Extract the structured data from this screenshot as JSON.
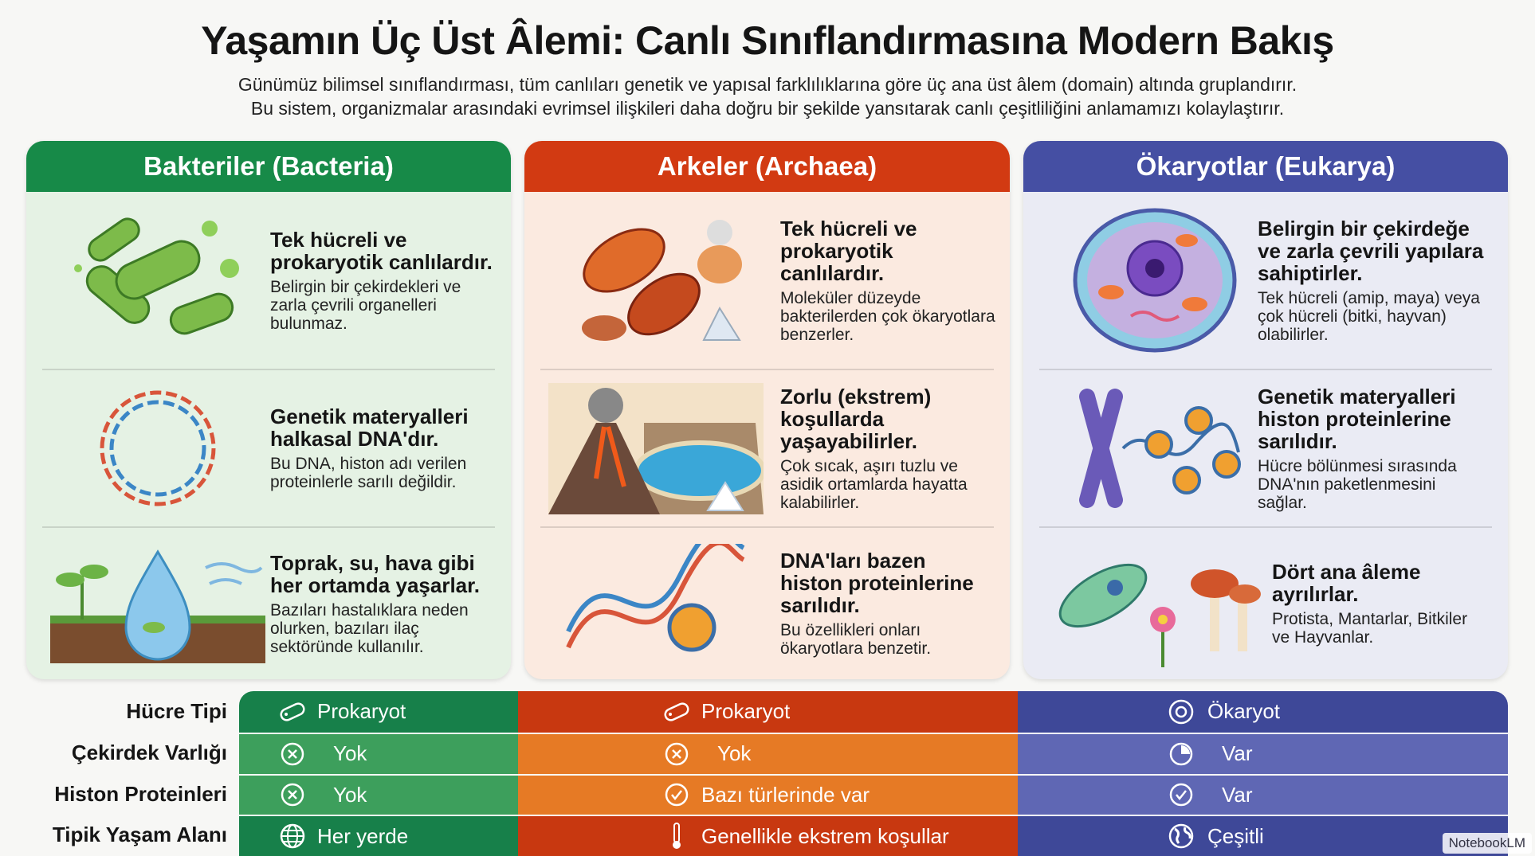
{
  "title": "Yaşamın Üç Üst Âlemi: Canlı Sınıflandırmasına Modern Bakış",
  "subtitle": [
    "Günümüz bilimsel sınıflandırması, tüm canlıları genetik ve yapısal farklılıklarına göre üç ana üst âlem (domain) altında gruplandırır.",
    "Bu sistem, organizmalar arasındaki evrimsel ilişkileri daha doğru bir şekilde yansıtarak canlı çeşitliliğini anlamamızı kolaylaştırır."
  ],
  "colors": {
    "bacteria": "#178a48",
    "archaea": "#d23a12",
    "eukarya": "#454fa3"
  },
  "domains": [
    {
      "name": "Bakteriler (Bacteria)",
      "items": [
        {
          "heading": "Tek hücreli ve prokaryotik canlılardır.",
          "body": "Belirgin bir çekirdekleri ve zarla çevrili organelleri bulunmaz.",
          "icon": "bacteria-illustration"
        },
        {
          "heading": "Genetik materyalleri halkasal DNA'dır.",
          "body": "Bu DNA, histon adı verilen proteinlerle sarılı değildir.",
          "icon": "circular-dna-illustration"
        },
        {
          "heading": "Toprak, su, hava gibi her ortamda yaşarlar.",
          "body": "Bazıları hastalıklara neden olurken, bazıları ilaç sektöründe kullanılır.",
          "icon": "environment-illustration"
        }
      ]
    },
    {
      "name": "Arkeler (Archaea)",
      "items": [
        {
          "heading": "Tek hücreli ve prokaryotik canlılardır.",
          "body": "Moleküler düzeyde bakterilerden çok ökaryotlara benzerler.",
          "icon": "archaea-illustration"
        },
        {
          "heading": "Zorlu (ekstrem) koşullarda yaşayabilirler.",
          "body": "Çok sıcak, aşırı tuzlu ve asidik ortamlarda hayatta kalabilirler.",
          "icon": "volcano-illustration"
        },
        {
          "heading": "DNA'ları bazen histon proteinlerine sarılıdır.",
          "body": "Bu özellikleri onları ökaryotlara benzetir.",
          "icon": "dna-histone-illustration"
        }
      ]
    },
    {
      "name": "Ökaryotlar (Eukarya)",
      "items": [
        {
          "heading": "Belirgin bir çekirdeğe ve zarla çevrili yapılara sahiptirler.",
          "body": "Tek hücreli (amip, maya) veya çok hücreli (bitki, hayvan) olabilirler.",
          "icon": "eukaryotic-cell-illustration"
        },
        {
          "heading": "Genetik materyalleri histon proteinlerine sarılıdır.",
          "body": "Hücre bölünmesi sırasında DNA'nın paketlenmesini sağlar.",
          "icon": "chromosome-illustration"
        },
        {
          "heading": "Dört ana âleme ayrılırlar.",
          "body": "Protista, Mantarlar, Bitkiler ve Hayvanlar.",
          "icon": "kingdoms-illustration"
        }
      ]
    }
  ],
  "table": {
    "labels": [
      "Hücre Tipi",
      "Çekirdek Varlığı",
      "Histon Proteinleri",
      "Tipik Yaşam Alanı"
    ],
    "rows": [
      [
        {
          "icon": "prokaryote-icon",
          "text": "Prokaryot"
        },
        {
          "icon": "prokaryote-icon",
          "text": "Prokaryot"
        },
        {
          "icon": "eukaryote-icon",
          "text": "Ökaryot"
        }
      ],
      [
        {
          "icon": "x-circle-icon",
          "text": "Yok"
        },
        {
          "icon": "x-circle-icon",
          "text": "Yok"
        },
        {
          "icon": "nucleus-icon",
          "text": "Var"
        }
      ],
      [
        {
          "icon": "x-circle-icon",
          "text": "Yok"
        },
        {
          "icon": "check-circle-icon",
          "text": "Bazı türlerinde var"
        },
        {
          "icon": "check-circle-icon",
          "text": "Var"
        }
      ],
      [
        {
          "icon": "globe-icon",
          "text": "Her yerde"
        },
        {
          "icon": "thermometer-icon",
          "text": "Genellikle ekstrem koşullar"
        },
        {
          "icon": "earth-icon",
          "text": "Çeşitli"
        }
      ]
    ]
  },
  "badge": "NotebookLM"
}
